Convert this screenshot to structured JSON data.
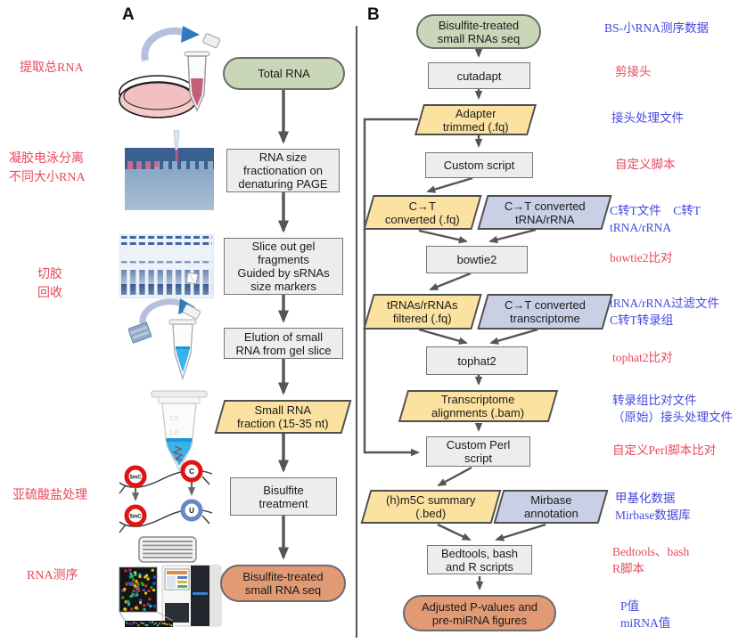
{
  "figure": {
    "colors": {
      "terminator_green": "#c9d7b8",
      "data_yellow": "#fbe2a0",
      "reference_lavender": "#c9d0e5",
      "terminator_orange": "#e29a74",
      "process_gray": "#ededed",
      "arrow_gray": "#555555",
      "annotation_red": "#e8495c",
      "annotation_blue": "#4348dd"
    },
    "panel_a": {
      "label": "A",
      "icons": [
        "petri-dish-tube-icon",
        "gel-electrophoresis-icon",
        "gel-lanes-icon",
        "gel-slice-tube-icon",
        "microtube-icon",
        "bisulfite-conversion-icon",
        "sequencer-icon"
      ],
      "side_annotations": [
        {
          "lines": [
            "提取总RNA"
          ],
          "color": "red"
        },
        {
          "lines": [
            "凝胶电泳分离",
            "不同大小RNA"
          ],
          "color": "red"
        },
        {
          "lines": [
            "切胶",
            "回收"
          ],
          "color": "red"
        },
        {
          "lines": [
            "亚硫酸盐处理"
          ],
          "color": "red"
        },
        {
          "lines": [
            "RNA测序"
          ],
          "color": "red"
        }
      ],
      "nodes": [
        {
          "id": "total-rna",
          "shape": "terminator",
          "label": [
            "Total RNA"
          ]
        },
        {
          "id": "rna-size-fractionation",
          "shape": "process",
          "label": [
            "RNA size",
            "fractionation on",
            "denaturing PAGE"
          ]
        },
        {
          "id": "slice-gel-fragments",
          "shape": "process",
          "label": [
            "Slice out gel",
            "fragments",
            "Guided by sRNAs",
            "size markers"
          ]
        },
        {
          "id": "elution-small-rna",
          "shape": "process",
          "label": [
            "Elution of small",
            "RNA from gel slice"
          ]
        },
        {
          "id": "small-rna-fraction",
          "shape": "data",
          "label": [
            "Small RNA",
            "fraction (15-35 nt)"
          ]
        },
        {
          "id": "bisulfite-treatment",
          "shape": "process",
          "label": [
            "Bisulfite",
            "treatment"
          ]
        },
        {
          "id": "bisulfite-treated-small-rna-seq",
          "shape": "terminator",
          "label": [
            "Bisulfite-treated",
            "small RNA seq"
          ]
        }
      ]
    },
    "panel_b": {
      "label": "B",
      "nodes": [
        {
          "id": "bs-small-rnas-seq",
          "shape": "terminator",
          "label": [
            "Bisulfite-treated",
            "small RNAs seq"
          ]
        },
        {
          "id": "cutadapt",
          "shape": "process",
          "label": [
            "cutadapt"
          ]
        },
        {
          "id": "adapter-trimmed",
          "shape": "data",
          "label": [
            "Adapter",
            "trimmed (.fq)"
          ]
        },
        {
          "id": "custom-script",
          "shape": "process",
          "label": [
            "Custom script"
          ]
        },
        {
          "id": "ct-converted-fq",
          "shape": "data",
          "label": [
            "C→T",
            "converted (.fq)"
          ]
        },
        {
          "id": "ct-converted-trna-rrna",
          "shape": "reference",
          "label": [
            "C→T converted",
            "tRNA/rRNA"
          ]
        },
        {
          "id": "bowtie2",
          "shape": "process",
          "label": [
            "bowtie2"
          ]
        },
        {
          "id": "trnas-rrnas-filtered",
          "shape": "data",
          "label": [
            "tRNAs/rRNAs",
            "filtered (.fq)"
          ]
        },
        {
          "id": "ct-converted-transcriptome",
          "shape": "reference",
          "label": [
            "C→T converted",
            "transcriptome"
          ]
        },
        {
          "id": "tophat2",
          "shape": "process",
          "label": [
            "tophat2"
          ]
        },
        {
          "id": "transcriptome-alignments",
          "shape": "data",
          "label": [
            "Transcriptome",
            "alignments (.bam)"
          ]
        },
        {
          "id": "custom-perl-script",
          "shape": "process",
          "label": [
            "Custom Perl",
            "script"
          ]
        },
        {
          "id": "hm5c-summary",
          "shape": "data",
          "label": [
            "(h)m5C summary",
            "(.bed)"
          ]
        },
        {
          "id": "mirbase-annotation",
          "shape": "reference",
          "label": [
            "Mirbase",
            "annotation"
          ]
        },
        {
          "id": "bedtools-bash-r",
          "shape": "process",
          "label": [
            "Bedtools, bash",
            "and R scripts"
          ]
        },
        {
          "id": "adjusted-pvalues",
          "shape": "terminator",
          "label": [
            "Adjusted P-values and",
            "pre-miRNA figures"
          ]
        }
      ],
      "side_annotations": [
        {
          "lines": [
            "BS-小RNA测序数据"
          ],
          "color": "blue"
        },
        {
          "lines": [
            "剪接头"
          ],
          "color": "red"
        },
        {
          "lines": [
            "接头处理文件"
          ],
          "color": "blue"
        },
        {
          "lines": [
            "自定义脚本"
          ],
          "color": "red"
        },
        {
          "lines": [
            "C转T文件　C转T tRNA/rRNA"
          ],
          "color": "blue"
        },
        {
          "lines": [
            "bowtie2比对"
          ],
          "color": "red"
        },
        {
          "lines": [
            "tRNA/rRNA过滤文件",
            "C转T转录组"
          ],
          "color": "blue"
        },
        {
          "lines": [
            "tophat2比对"
          ],
          "color": "red"
        },
        {
          "lines": [
            "转录组比对文件",
            "（原始）接头处理文件"
          ],
          "color": "blue"
        },
        {
          "lines": [
            "自定义Perl脚本比对"
          ],
          "color": "red"
        },
        {
          "lines": [
            "甲基化数据",
            "Mirbase数据库"
          ],
          "color": "blue"
        },
        {
          "lines": [
            "Bedtools、bash",
            "R脚本"
          ],
          "color": "red"
        },
        {
          "lines": [
            "P值",
            "miRNA值"
          ],
          "color": "blue"
        }
      ]
    }
  }
}
